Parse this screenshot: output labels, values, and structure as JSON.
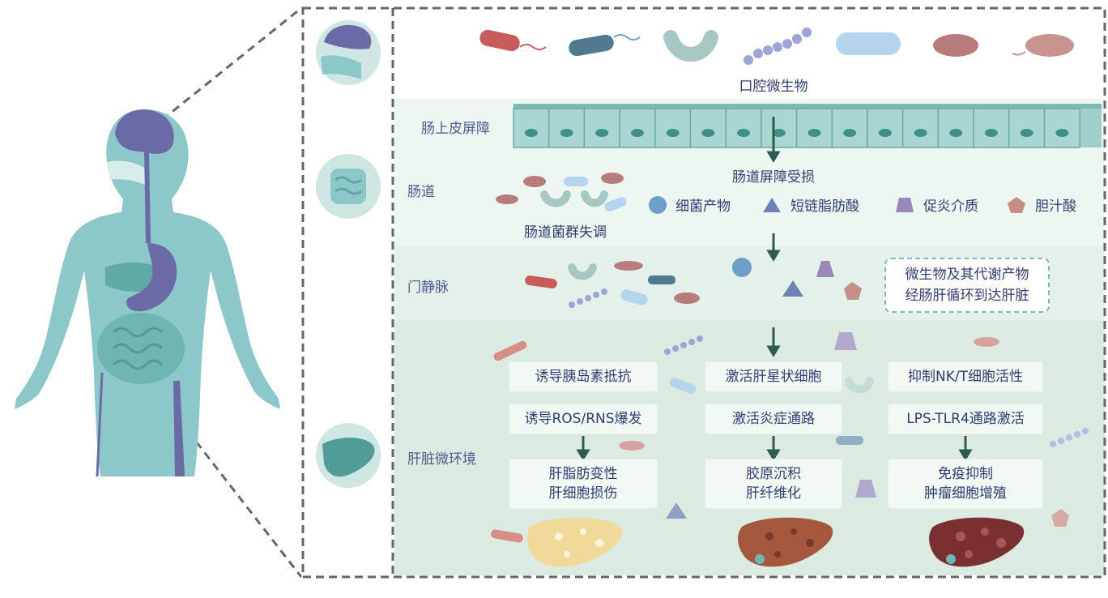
{
  "oral": {
    "title": "口腔微生物"
  },
  "gut": {
    "epithelium_label": "肠上皮屏障",
    "intestine_label": "肠道",
    "barrier_damage": "肠道屏障受损",
    "dysbiosis": "肠道菌群失调",
    "legend": [
      {
        "label": "细菌产物",
        "shape": "circle",
        "color": "#6d9fc9"
      },
      {
        "label": "短链脂肪酸",
        "shape": "triangle",
        "color": "#6f82b8"
      },
      {
        "label": "促炎介质",
        "shape": "trapezoid",
        "color": "#9a88bd"
      },
      {
        "label": "胆汁酸",
        "shape": "pentagon",
        "color": "#c58e86"
      }
    ]
  },
  "portal": {
    "label": "门静脉",
    "note_line1": "微生物及其代谢产物",
    "note_line2": "经肠肝循环到达肝脏"
  },
  "liver": {
    "label": "肝脏微环境",
    "col1": {
      "top": "诱导胰岛素抵抗",
      "mid": "诱导ROS/RNS爆发",
      "result1": "肝脂肪变性",
      "result2": "肝细胞损伤"
    },
    "col2": {
      "top": "激活肝星状细胞",
      "mid": "激活炎症通路",
      "result1": "胶原沉积",
      "result2": "肝纤维化"
    },
    "col3": {
      "top": "抑制NK/T细胞活性",
      "mid": "LPS-TLR4通路激活",
      "result1": "免疫抑制",
      "result2": "肿瘤细胞增殖"
    }
  },
  "colors": {
    "body": "#8cc7c9",
    "organ": "#6a6aa6",
    "arrow": "#2f5a4e",
    "dash": "#666666"
  }
}
